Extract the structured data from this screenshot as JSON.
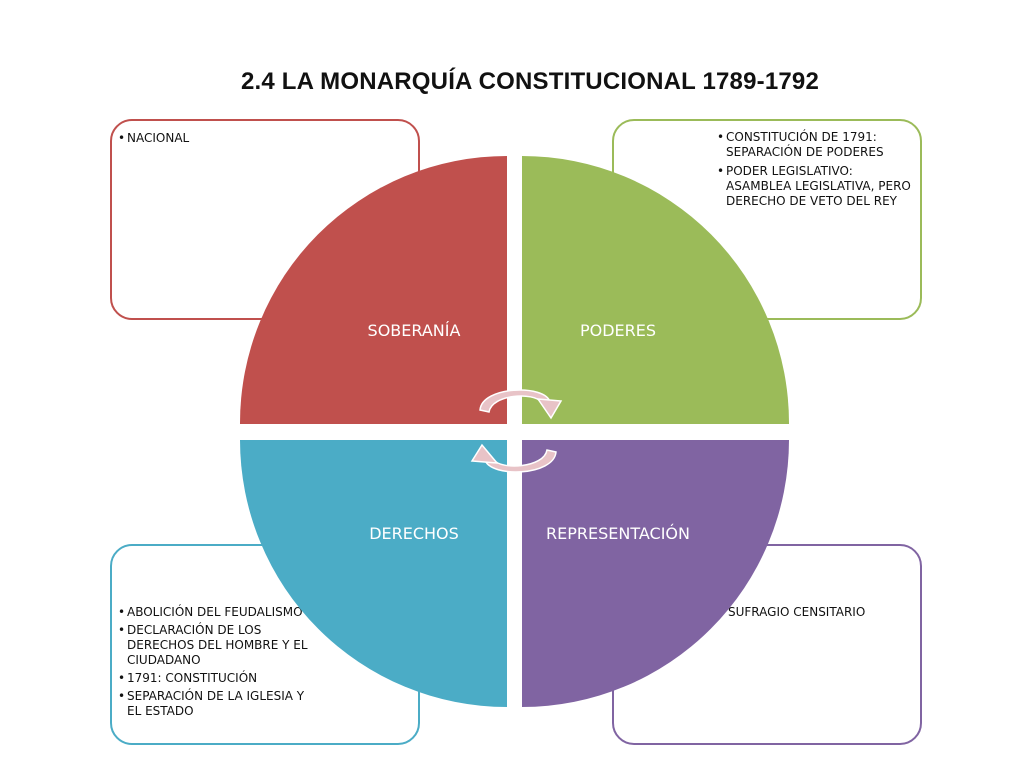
{
  "title": "2.4 LA MONARQUÍA CONSTITUCIONAL 1789-1792",
  "quadrants": {
    "top_left": {
      "label": "SOBERANÍA",
      "color": "#c0504d",
      "items": [
        "NACIONAL"
      ]
    },
    "top_right": {
      "label": "PODERES",
      "color": "#9bbb59",
      "items": [
        "CONSTITUCIÓN DE 1791: SEPARACIÓN DE PODERES",
        "PODER LEGISLATIVO: ASAMBLEA LEGISLATIVA, PERO DERECHO DE VETO DEL REY"
      ]
    },
    "bottom_left": {
      "label": "DERECHOS",
      "color": "#4bacc6",
      "items": [
        "ABOLICIÓN DEL FEUDALISMO",
        "DECLARACIÓN DE LOS DERECHOS DEL HOMBRE Y EL CIUDADANO",
        "1791: CONSTITUCIÓN",
        "SEPARACIÓN DE LA IGLESIA Y EL ESTADO"
      ]
    },
    "bottom_right": {
      "label": "REPRESENTACIÓN",
      "color": "#8064a2",
      "items": [
        "SUFRAGIO CENSITARIO"
      ]
    }
  },
  "arrows": {
    "color": "#e8c3c7",
    "icon": "circular-arrows-icon"
  }
}
